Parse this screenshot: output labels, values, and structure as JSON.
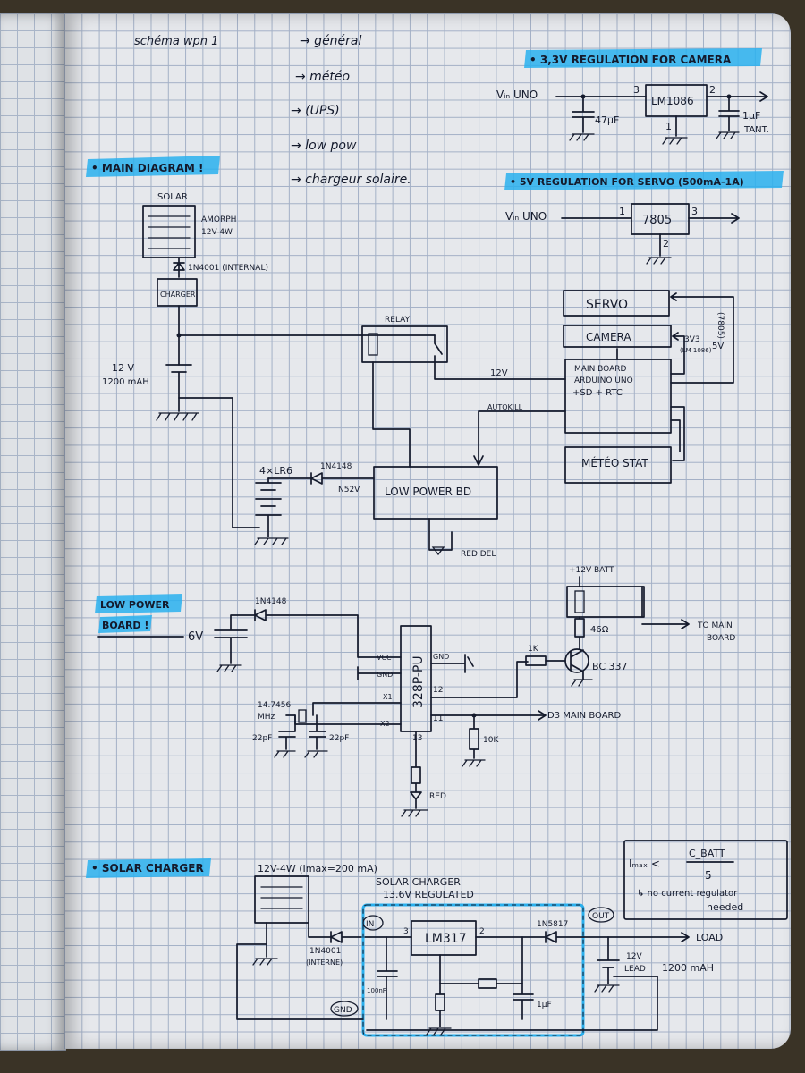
{
  "colors": {
    "highlighter": "#29b0ee",
    "ink": "#141a2c",
    "grid": "#a3b0c6",
    "paper": "#e6e8ec"
  },
  "todo": {
    "title": "schéma wpn  1",
    "items": [
      "→ général",
      "→ météo",
      "→ (UPS)",
      "→ low pow",
      "→ chargeur solaire."
    ]
  },
  "main_diagram": {
    "heading": "• MAIN DIAGRAM !",
    "solar": "SOLAR",
    "solar_spec": [
      "AMORPH",
      "12V-4W"
    ],
    "diode": "1N4001 (INTERNAL)",
    "charger": "CHARGER",
    "battery": [
      "12 V",
      "1200 mAH"
    ],
    "relay": "RELAY",
    "aa_pack": "4×LR6",
    "diode2": "1N4148",
    "ns2v": "N52V",
    "low_power_bd": "LOW POWER BD",
    "red_del": "RED DEL",
    "wire_12v": "12V",
    "autokill": "AUTOKILL",
    "servo": "SERVO",
    "camera": "CAMERA",
    "main_board": [
      "MAIN BOARD",
      "ARDUINO UNO",
      "+SD + RTC"
    ],
    "meteo": "MÉTÉO STAT",
    "v33": "3V3",
    "lm1086": "(LM 1086)",
    "v7805": "(7805)",
    "v5": "5V"
  },
  "reg33": {
    "heading": "• 3,3V REGULATION FOR CAMERA",
    "vin": "Vᵢₙ UNO",
    "ic": "LM1086",
    "pin3": "3",
    "pin2": "2",
    "pin1": "1",
    "c1": "47µF",
    "c2": [
      "1µF",
      "TANT."
    ]
  },
  "reg5": {
    "heading": "• 5V REGULATION FOR SERVO (500mA-1A)",
    "vin": "Vᵢₙ UNO",
    "ic": "7805",
    "pin1": "1",
    "pin3": "3",
    "pin2": "2"
  },
  "low_power_board": {
    "heading": [
      "LOW POWER",
      "BOARD !"
    ],
    "v6": "6V",
    "diode": "1N4148",
    "mcu": "328P-PU",
    "vcc": "VCC",
    "gnd": "GND",
    "gnd2": "GND",
    "x1": "X1",
    "x2": "X2",
    "p12": "12",
    "p11": "11",
    "p13": "13",
    "crystal": [
      "14.7456",
      "MHz"
    ],
    "cap_a": "22pF",
    "cap_b": "22pF",
    "r1k": "1K",
    "transistor": "BC 337",
    "batt": "+12V BATT",
    "r46": "46Ω",
    "to_main": [
      "TO MAIN",
      "BOARD"
    ],
    "d3": "D3 MAIN BOARD",
    "r10k": "10K",
    "red": "RED"
  },
  "solar_charger": {
    "heading": "• SOLAR CHARGER",
    "panel": "12V-4W (Imax=200 mA)",
    "title": [
      "SOLAR CHARGER",
      "13.6V REGULATED"
    ],
    "diode": [
      "1N4001",
      "(INTERNE)"
    ],
    "in": "IN",
    "out": "OUT",
    "gnd": "GND",
    "ic": "LM317",
    "pin3": "3",
    "pin2": "2",
    "diode2": "1N5817",
    "load": "LOAD",
    "battery": [
      "12V",
      "LEAD",
      "1200 mAH"
    ],
    "cap_left": "100nF",
    "cap_right": "1µF",
    "formula": {
      "lhs": "Iₘₐₓ <",
      "num": "C_BATT",
      "den": "5"
    },
    "note": [
      "↳ no current regulator",
      "needed"
    ]
  }
}
